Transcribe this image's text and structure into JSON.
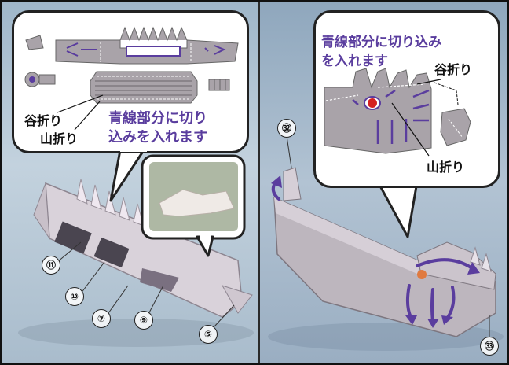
{
  "left_panel": {
    "callout": {
      "line1": "青線部分に切り",
      "line2": "込みを入れます",
      "valley_fold": "谷折り",
      "mountain_fold": "山折り"
    },
    "part_numbers": [
      "⑪",
      "⑩",
      "⑦",
      "⑨",
      "⑤"
    ]
  },
  "right_panel": {
    "callout": {
      "line1": "青線部分に切り込み",
      "line2": "を入れます",
      "valley_fold": "谷折り",
      "mountain_fold": "山折り"
    },
    "part_numbers": [
      "㉜",
      "㉝"
    ]
  },
  "colors": {
    "paper_gray": "#a9a3a9",
    "cut_line_blue": "#5a3d9e",
    "eye_red": "#d42020",
    "frame": "#111111"
  }
}
